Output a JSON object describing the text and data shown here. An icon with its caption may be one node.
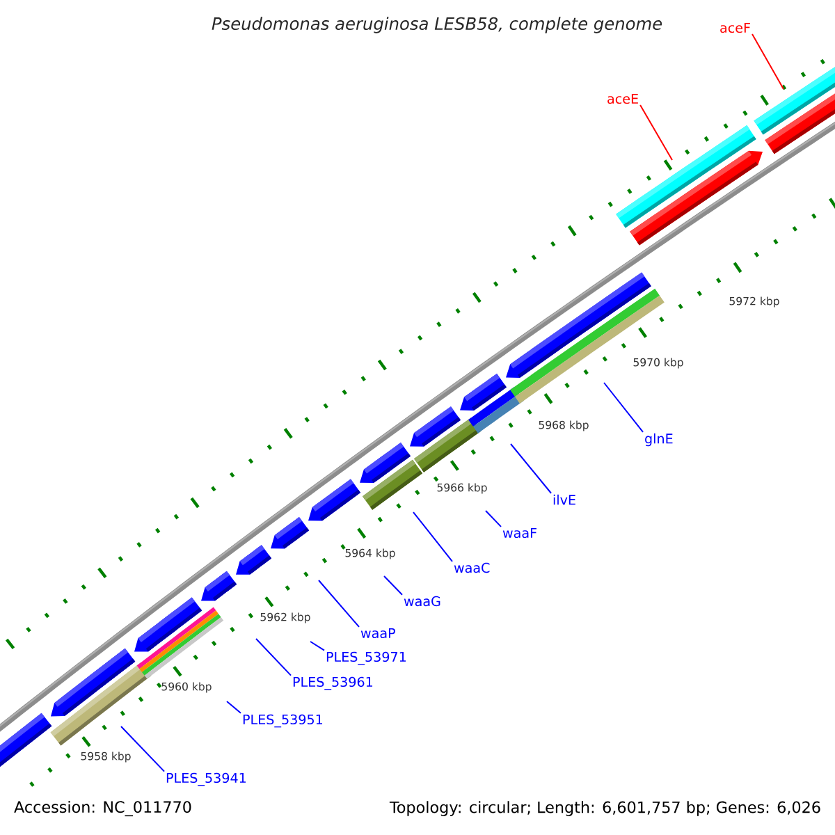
{
  "diagram": {
    "title": "Pseudomonas aeruginosa LESB58, complete genome",
    "nodes": [
      {
        "text": [
          "aceF"
        ]
      },
      {
        "text": [
          "aceE"
        ]
      },
      {
        "text": [
          "glnE"
        ]
      },
      {
        "text": [
          "ilvE"
        ]
      },
      {
        "text": [
          "waaF"
        ]
      },
      {
        "text": [
          "waaC"
        ]
      },
      {
        "text": [
          "waaG"
        ]
      },
      {
        "text": [
          "waaP"
        ]
      },
      {
        "text": [
          "PLES_53971"
        ]
      },
      {
        "text": [
          "PLES_53961"
        ]
      },
      {
        "text": [
          "PLES_53951"
        ]
      },
      {
        "text": [
          "PLES_53941"
        ]
      }
    ],
    "edges": [
      {
        "from": 0,
        "to": null,
        "arrow": "none",
        "color": "#ff0000"
      },
      {
        "from": 1,
        "to": null,
        "arrow": "none",
        "color": "#ff0000"
      },
      {
        "from": 2,
        "to": null,
        "arrow": "none"
      },
      {
        "from": 3,
        "to": null,
        "arrow": "none"
      },
      {
        "from": 4,
        "to": null,
        "arrow": "none"
      },
      {
        "from": 5,
        "to": null,
        "arrow": "none"
      },
      {
        "from": 6,
        "to": null,
        "arrow": "none"
      },
      {
        "from": 7,
        "to": null,
        "arrow": "none"
      },
      {
        "from": 8,
        "to": null,
        "arrow": "none"
      },
      {
        "from": 9,
        "to": null,
        "arrow": "none"
      },
      {
        "from": 10,
        "to": null,
        "arrow": "none"
      },
      {
        "from": 11,
        "to": null,
        "arrow": "none"
      }
    ],
    "labels": [
      "5972 kbp",
      "5970 kbp",
      "5968 kbp",
      "5966 kbp",
      "5964 kbp",
      "5962 kbp",
      "5960 kbp",
      "5958 kbp",
      "Accession: NC_011770",
      "Topology: circular; Length: 6,601,757 bp; Genes: 6,026"
    ]
  }
}
